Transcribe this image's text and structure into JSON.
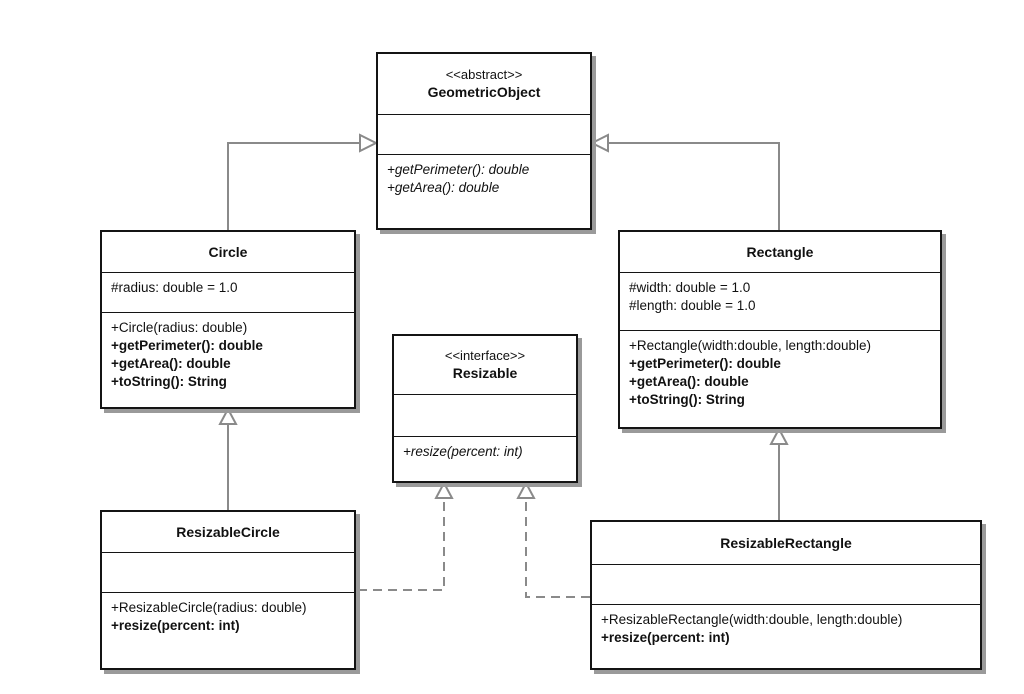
{
  "classes": {
    "geometric_object": {
      "stereotype": "<<abstract>>",
      "name": "GeometricObject",
      "methods": [
        "+getPerimeter(): double",
        "+getArea(): double"
      ]
    },
    "circle": {
      "name": "Circle",
      "attributes": [
        "#radius: double = 1.0"
      ],
      "methods": [
        "+Circle(radius: double)",
        "+getPerimeter(): double",
        "+getArea(): double",
        "+toString(): String"
      ]
    },
    "rectangle": {
      "name": "Rectangle",
      "attributes": [
        "#width: double = 1.0",
        "#length: double = 1.0"
      ],
      "methods": [
        "+Rectangle(width:double, length:double)",
        "+getPerimeter(): double",
        "+getArea(): double",
        "+toString(): String"
      ]
    },
    "resizable": {
      "stereotype": "<<interface>>",
      "name": "Resizable",
      "methods": [
        "+resize(percent: int)"
      ]
    },
    "resizable_circle": {
      "name": "ResizableCircle",
      "methods": [
        "+ResizableCircle(radius: double)",
        "+resize(percent: int)"
      ]
    },
    "resizable_rectangle": {
      "name": "ResizableRectangle",
      "methods": [
        "+ResizableRectangle(width:double, length:double)",
        "+resize(percent: int)"
      ]
    }
  }
}
